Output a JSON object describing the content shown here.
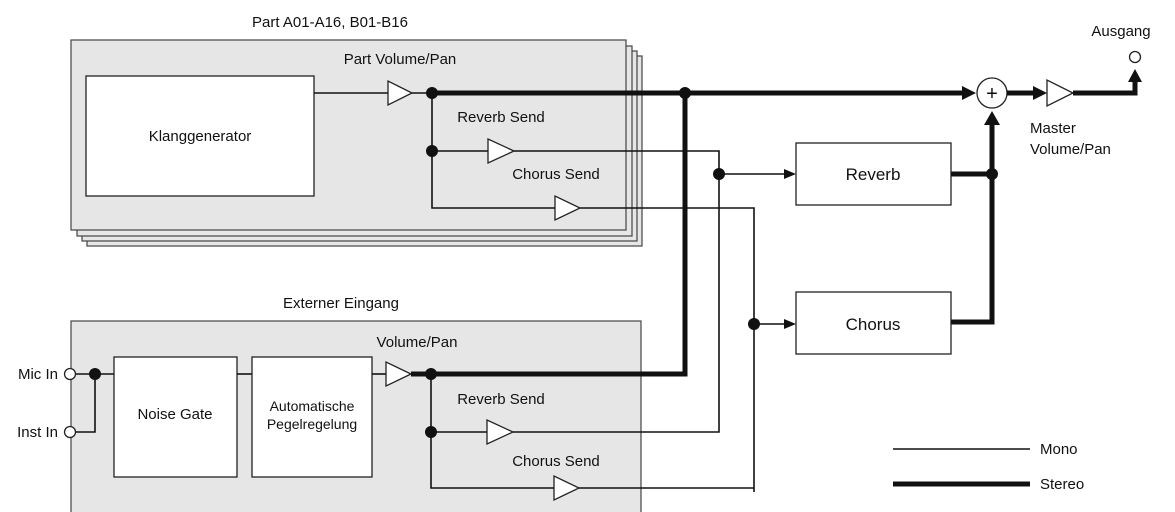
{
  "part_section": {
    "title": "Part A01-A16, B01-B16",
    "generator_label": "Klanggenerator",
    "volume_pan_label": "Part Volume/Pan",
    "reverb_send_label": "Reverb Send",
    "chorus_send_label": "Chorus Send"
  },
  "external_section": {
    "title": "Externer Eingang",
    "mic_in_label": "Mic In",
    "inst_in_label": "Inst In",
    "noise_gate_label": "Noise Gate",
    "agc_label_line1": "Automatische",
    "agc_label_line2": "Pegelregelung",
    "volume_pan_label": "Volume/Pan",
    "reverb_send_label": "Reverb Send",
    "chorus_send_label": "Chorus Send"
  },
  "effects": {
    "reverb_label": "Reverb",
    "chorus_label": "Chorus"
  },
  "output": {
    "ausgang_label": "Ausgang",
    "master_label_line1": "Master",
    "master_label_line2": "Volume/Pan",
    "mixer_symbol": "+"
  },
  "legend": {
    "mono_label": "Mono",
    "stereo_label": "Stereo"
  }
}
